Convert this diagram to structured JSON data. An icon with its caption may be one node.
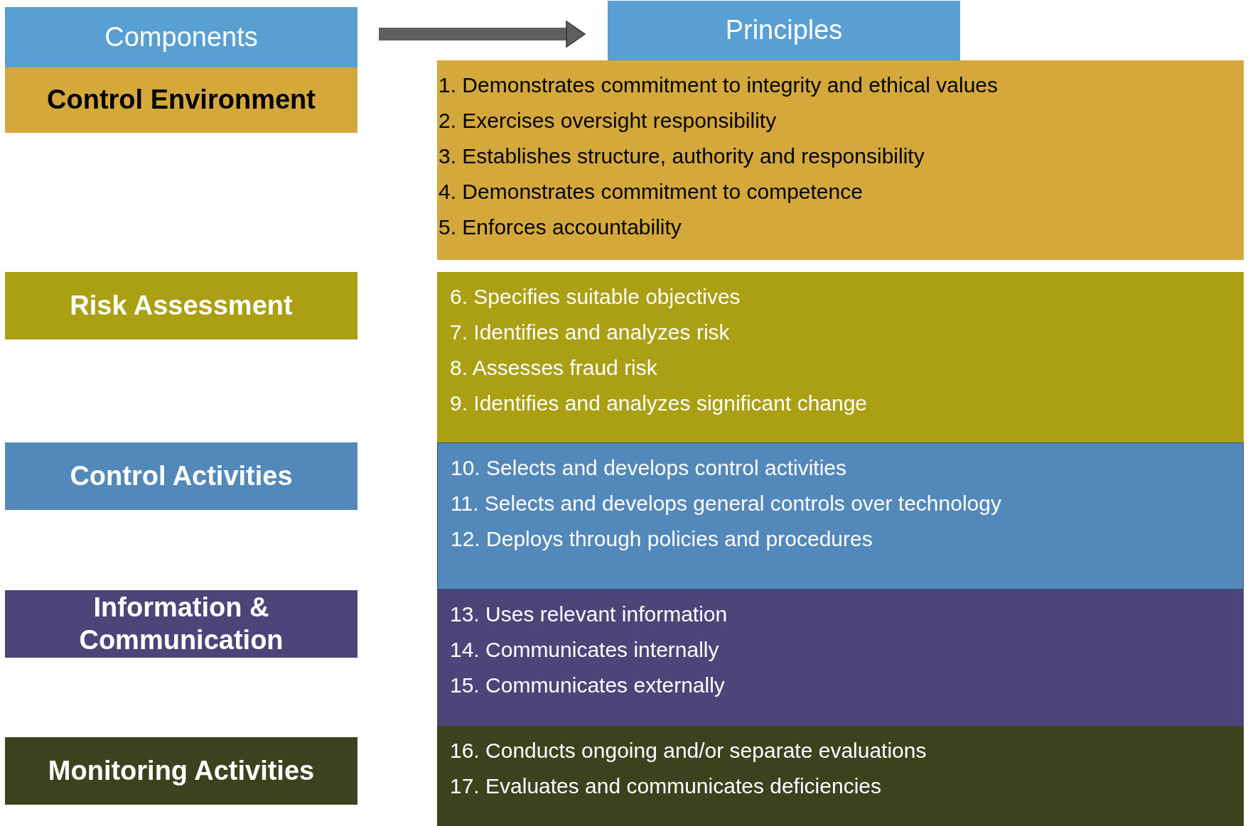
{
  "diagram": {
    "nodes": [
      {
        "text": [
          "Components"
        ]
      },
      {
        "text": [
          "Principles"
        ]
      },
      {
        "text": [
          "Control Environment"
        ]
      },
      {
        "text": [
          "1. Demonstrates commitment to integrity and ethical values",
          "2. Exercises oversight responsibility",
          "3. Establishes structure, authority and responsibility",
          "4. Demonstrates commitment to competence",
          "5. Enforces accountability"
        ]
      },
      {
        "text": [
          "Risk Assessment"
        ]
      },
      {
        "text": [
          "6. Specifies suitable objectives",
          "7. Identifies and analyzes risk",
          "8. Assesses fraud risk",
          "9. Identifies and analyzes significant change"
        ]
      },
      {
        "text": [
          "Control Activities"
        ]
      },
      {
        "text": [
          "10. Selects and develops control activities",
          "11. Selects and develops general controls over technology",
          "12. Deploys through policies and procedures"
        ]
      },
      {
        "text": [
          "Information & Communication"
        ]
      },
      {
        "text": [
          "13. Uses relevant information",
          "14. Communicates internally",
          "15. Communicates externally"
        ]
      },
      {
        "text": [
          "Monitoring Activities"
        ]
      },
      {
        "text": [
          "16. Conducts ongoing and/or separate evaluations",
          "17. Evaluates and communicates deficiencies"
        ]
      }
    ],
    "edges": [
      {
        "from": 0,
        "to": 1,
        "arrow": "to"
      }
    ]
  }
}
